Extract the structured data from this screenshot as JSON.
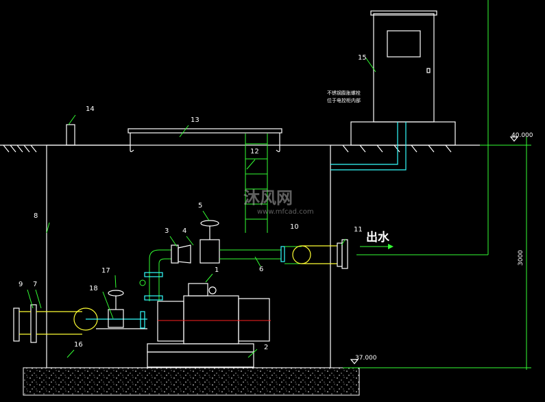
{
  "drawing": {
    "callouts": [
      "1",
      "2",
      "3",
      "4",
      "5",
      "6",
      "7",
      "8",
      "9",
      "10",
      "11",
      "12",
      "13",
      "14",
      "15",
      "16",
      "17",
      "18"
    ],
    "outlet_label": "出水",
    "elevation_top": "40.000",
    "elevation_bottom": "37.000",
    "dimension_height": "3000",
    "cabinet_note_line1": "不锈钢膨胀螺栓",
    "cabinet_note_line2": "位于电控柜内部",
    "watermark_main": "沐风网",
    "watermark_url": "www.mfcad.com"
  },
  "colors": {
    "line": "#ffffff",
    "leader": "#33ff33",
    "pipe": "#ffff33",
    "cable": "#33ffff",
    "pump_axis": "#ff2222"
  }
}
